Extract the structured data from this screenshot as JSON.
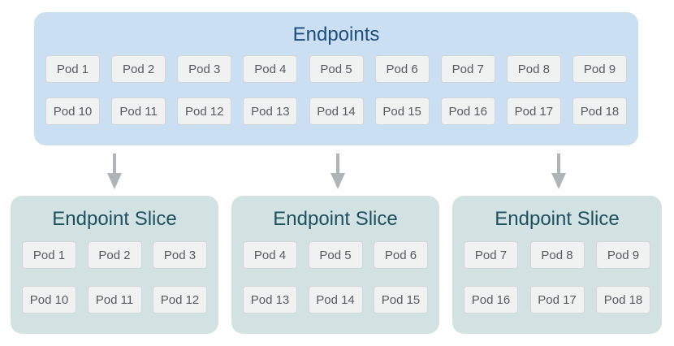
{
  "endpoints": {
    "title": "Endpoints",
    "rows": [
      [
        "Pod 1",
        "Pod 2",
        "Pod 3",
        "Pod 4",
        "Pod 5",
        "Pod 6",
        "Pod 7",
        "Pod 8",
        "Pod 9"
      ],
      [
        "Pod 10",
        "Pod 11",
        "Pod 12",
        "Pod 13",
        "Pod 14",
        "Pod 15",
        "Pod 16",
        "Pod 17",
        "Pod 18"
      ]
    ]
  },
  "slices": [
    {
      "title": "Endpoint Slice",
      "rows": [
        [
          "Pod 1",
          "Pod 2",
          "Pod 3"
        ],
        [
          "Pod 10",
          "Pod 11",
          "Pod 12"
        ]
      ]
    },
    {
      "title": "Endpoint Slice",
      "rows": [
        [
          "Pod 4",
          "Pod 5",
          "Pod 6"
        ],
        [
          "Pod 13",
          "Pod 14",
          "Pod 15"
        ]
      ]
    },
    {
      "title": "Endpoint Slice",
      "rows": [
        [
          "Pod 7",
          "Pod 8",
          "Pod 9"
        ],
        [
          "Pod 16",
          "Pod 17",
          "Pod 18"
        ]
      ]
    }
  ],
  "colors": {
    "endpoints-bg": "#cbdff2",
    "endpoints-title": "#1d4d7c",
    "slice-bg": "#d2e2e3",
    "slice-title": "#1d515f",
    "pod-bg": "#f0f1f1",
    "pod-border": "#d3d6d8",
    "pod-text": "#575b60",
    "arrow-color": "#b1b4b7"
  }
}
